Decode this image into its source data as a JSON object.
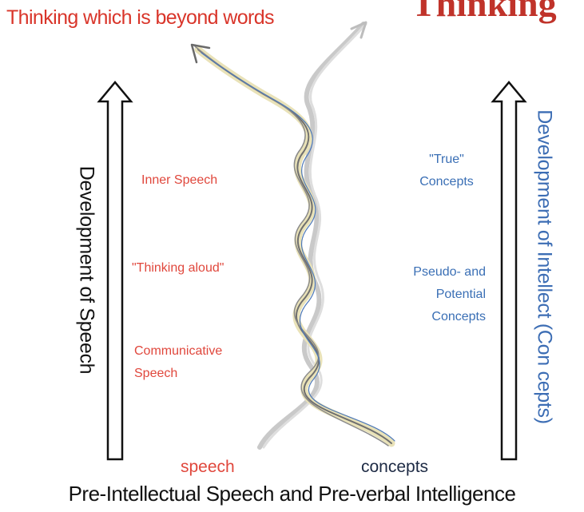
{
  "diagram": {
    "corner_title": "Thinking",
    "top_title": "Thinking which is beyond words",
    "left_axis_label": "Development of Speech",
    "right_axis_label": "Development of Intellect (Con cepts)",
    "speech_stages": {
      "inner": "Inner Speech",
      "aloud": "\"Thinking aloud\"",
      "communicative_1": "Communicative",
      "communicative_2": "Speech"
    },
    "concept_stages": {
      "true_1": "\"True\"",
      "true_2": "Concepts",
      "pseudo_1": "Pseudo- and",
      "pseudo_2": "Potential",
      "pseudo_3": "Concepts"
    },
    "bottom_left": "speech",
    "bottom_right": "concepts",
    "footer": "Pre-Intellectual Speech and Pre-verbal Intelligence",
    "colors": {
      "speech_red": "#e0473c",
      "intellect_blue": "#3a6fb5",
      "title_red": "#d9352a"
    }
  }
}
